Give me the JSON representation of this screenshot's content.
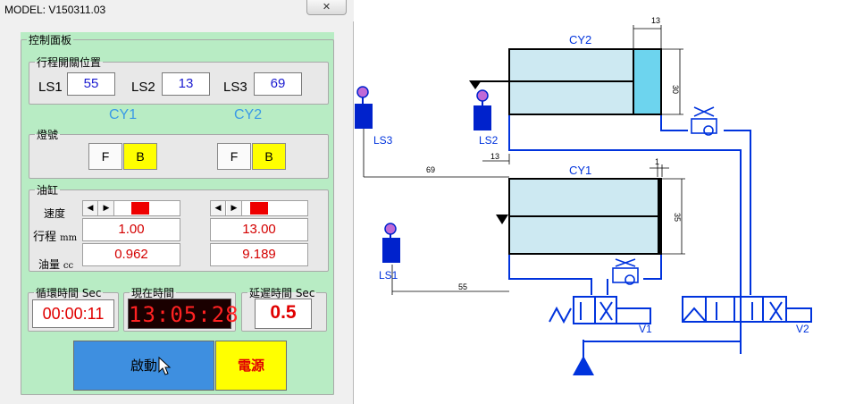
{
  "window": {
    "title": "MODEL: V150311.03",
    "close_label": "✕"
  },
  "control_panel": {
    "title": "控制面板",
    "stroke_switch": {
      "title": "行程開關位置",
      "items": [
        {
          "label": "LS1",
          "value": "55"
        },
        {
          "label": "LS2",
          "value": "13"
        },
        {
          "label": "LS3",
          "value": "69"
        }
      ]
    },
    "cylinder_headers": [
      "CY1",
      "CY2"
    ],
    "lights": {
      "title": "燈號",
      "groups": [
        {
          "f": "F",
          "b": "B"
        },
        {
          "f": "F",
          "b": "B"
        }
      ]
    },
    "cylinders": {
      "title": "油缸",
      "speed_label": "速度",
      "stroke_label": "行程",
      "stroke_unit": "mm",
      "oil_label": "油量",
      "oil_unit": "cc",
      "cy1": {
        "speed_level": 0.35,
        "stroke": "1.00",
        "oil": "0.962"
      },
      "cy2": {
        "speed_level": 0.15,
        "stroke": "13.00",
        "oil": "9.189"
      }
    },
    "cycle_time": {
      "label": "循環時間 Sec",
      "value": "00:00:11"
    },
    "current_time": {
      "label": "現在時間",
      "value": "13:05:28"
    },
    "delay_time": {
      "label": "延遲時間 Sec",
      "value": "0.5"
    },
    "start_label": "啟動",
    "power_label": "電源"
  },
  "diagram": {
    "cy1_label": "CY1",
    "cy2_label": "CY2",
    "ls1_label": "LS1",
    "ls2_label": "LS2",
    "ls3_label": "LS3",
    "v1_label": "V1",
    "v2_label": "V2",
    "dim_69": "69",
    "dim_55": "55",
    "dim_13_top": "13",
    "dim_13_mid": "13",
    "dim_30": "30",
    "dim_35": "35",
    "dim_1": "1",
    "colors": {
      "line": "#0033dd",
      "cylinder": "#cde9f2",
      "piston": "#6dd4ee",
      "sensor": "#0022cc"
    }
  }
}
